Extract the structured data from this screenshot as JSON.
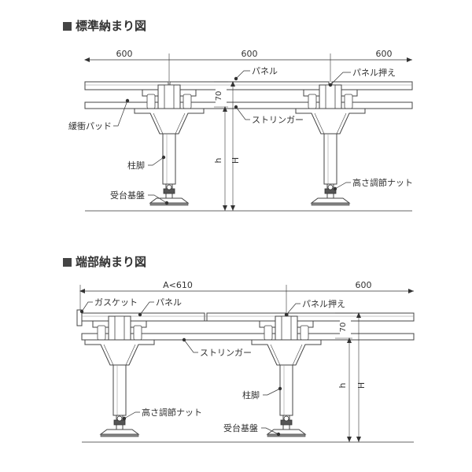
{
  "section1": {
    "title": "標準納まり図",
    "dims": [
      "600",
      "600",
      "600"
    ],
    "h70": "70",
    "labels": {
      "panel": "パネル",
      "panel_holder": "パネル押え",
      "stringer": "ストリンガー",
      "cushion_pad": "緩衝パッド",
      "column_leg": "柱脚",
      "height_nut": "高さ調節ナット",
      "base_plate": "受台基盤",
      "h": "h",
      "H": "H"
    }
  },
  "section2": {
    "title": "端部納まり図",
    "dims": [
      "A<610",
      "600"
    ],
    "h70": "70",
    "labels": {
      "gasket": "ガスケット",
      "panel": "パネル",
      "panel_holder": "パネル押え",
      "stringer": "ストリンガー",
      "column_leg": "柱脚",
      "height_nut": "高さ調節ナット",
      "base_plate": "受台基盤",
      "h": "h",
      "H": "H"
    }
  }
}
